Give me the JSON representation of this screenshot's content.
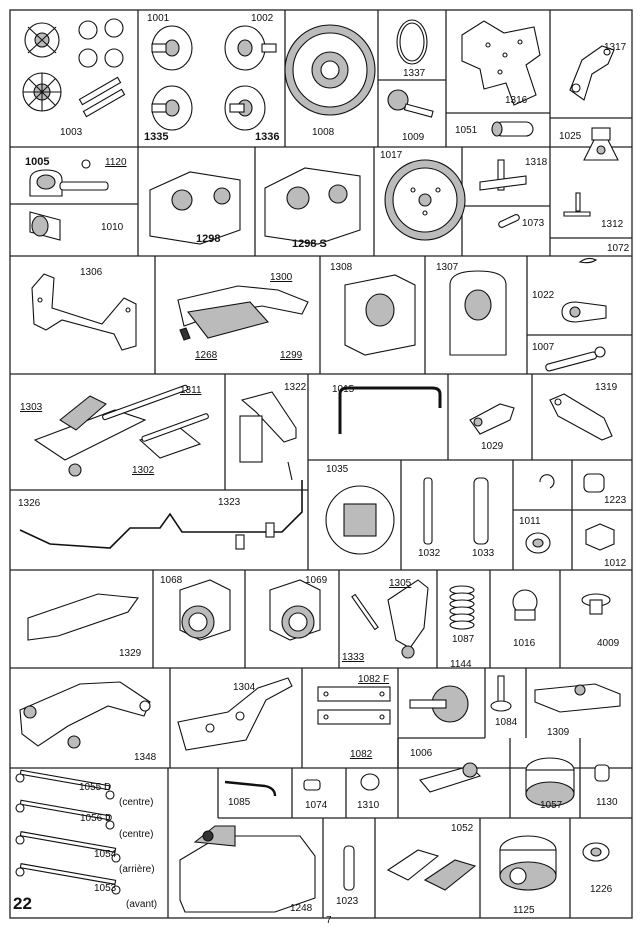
{
  "page_number": "22",
  "bottom_mark": "7",
  "parts": [
    {
      "id": "p1003",
      "label": "1003"
    },
    {
      "id": "p1001",
      "label": "1001"
    },
    {
      "id": "p1002",
      "label": "1002"
    },
    {
      "id": "p1335",
      "label": "1335"
    },
    {
      "id": "p1336",
      "label": "1336"
    },
    {
      "id": "p1008",
      "label": "1008"
    },
    {
      "id": "p1337",
      "label": "1337"
    },
    {
      "id": "p1009",
      "label": "1009"
    },
    {
      "id": "p1316",
      "label": "1316"
    },
    {
      "id": "p1317",
      "label": "1317"
    },
    {
      "id": "p1051",
      "label": "1051"
    },
    {
      "id": "p1025",
      "label": "1025"
    },
    {
      "id": "p1005",
      "label": "1005"
    },
    {
      "id": "p1120",
      "label": "1120"
    },
    {
      "id": "p1010",
      "label": "1010"
    },
    {
      "id": "p1298",
      "label": "1298"
    },
    {
      "id": "p1298s",
      "label": "1298 S"
    },
    {
      "id": "p1017",
      "label": "1017"
    },
    {
      "id": "p1318",
      "label": "1318"
    },
    {
      "id": "p1073",
      "label": "1073"
    },
    {
      "id": "p1312",
      "label": "1312"
    },
    {
      "id": "p1072",
      "label": "1072"
    },
    {
      "id": "p1306",
      "label": "1306"
    },
    {
      "id": "p1300",
      "label": "1300"
    },
    {
      "id": "p1268",
      "label": "1268"
    },
    {
      "id": "p1299",
      "label": "1299"
    },
    {
      "id": "p1308",
      "label": "1308"
    },
    {
      "id": "p1307",
      "label": "1307"
    },
    {
      "id": "p1022",
      "label": "1022"
    },
    {
      "id": "p1007",
      "label": "1007"
    },
    {
      "id": "p1311",
      "label": "1311"
    },
    {
      "id": "p1303",
      "label": "1303"
    },
    {
      "id": "p1302",
      "label": "1302"
    },
    {
      "id": "p1322",
      "label": "1322"
    },
    {
      "id": "p1015",
      "label": "1015"
    },
    {
      "id": "p1029",
      "label": "1029"
    },
    {
      "id": "p1319",
      "label": "1319"
    },
    {
      "id": "p1326",
      "label": "1326"
    },
    {
      "id": "p1323",
      "label": "1323"
    },
    {
      "id": "p1035",
      "label": "1035"
    },
    {
      "id": "p1032",
      "label": "1032"
    },
    {
      "id": "p1033",
      "label": "1033"
    },
    {
      "id": "p1223",
      "label": "1223"
    },
    {
      "id": "p1011",
      "label": "1011"
    },
    {
      "id": "p1012",
      "label": "1012"
    },
    {
      "id": "p1329",
      "label": "1329"
    },
    {
      "id": "p1068",
      "label": "1068"
    },
    {
      "id": "p1069",
      "label": "1069"
    },
    {
      "id": "p1305",
      "label": "1305"
    },
    {
      "id": "p1333",
      "label": "1333"
    },
    {
      "id": "p1087",
      "label": "1087"
    },
    {
      "id": "p1016",
      "label": "1016"
    },
    {
      "id": "p4009",
      "label": "4009"
    },
    {
      "id": "p1348",
      "label": "1348"
    },
    {
      "id": "p1304",
      "label": "1304"
    },
    {
      "id": "p1082f",
      "label": "1082 F"
    },
    {
      "id": "p1082",
      "label": "1082"
    },
    {
      "id": "p1144",
      "label": "1144"
    },
    {
      "id": "p1084",
      "label": "1084"
    },
    {
      "id": "p1309",
      "label": "1309"
    },
    {
      "id": "p1006",
      "label": "1006"
    },
    {
      "id": "p1057",
      "label": "1057"
    },
    {
      "id": "p1130",
      "label": "1130"
    },
    {
      "id": "p1085",
      "label": "1085"
    },
    {
      "id": "p1074",
      "label": "1074"
    },
    {
      "id": "p1310",
      "label": "1310"
    },
    {
      "id": "p1055d",
      "label": "1055 D"
    },
    {
      "id": "p1056d",
      "label": "1056 D"
    },
    {
      "id": "p1054",
      "label": "1054"
    },
    {
      "id": "p1053",
      "label": "1053"
    },
    {
      "id": "p1248",
      "label": "1248"
    },
    {
      "id": "p1023",
      "label": "1023"
    },
    {
      "id": "p1052",
      "label": "1052"
    },
    {
      "id": "p1125",
      "label": "1125"
    },
    {
      "id": "p1226",
      "label": "1226"
    }
  ],
  "positions": {
    "centre": "(centre)",
    "centre2": "(centre)",
    "arriere": "(arrière)",
    "avant": "(avant)"
  }
}
